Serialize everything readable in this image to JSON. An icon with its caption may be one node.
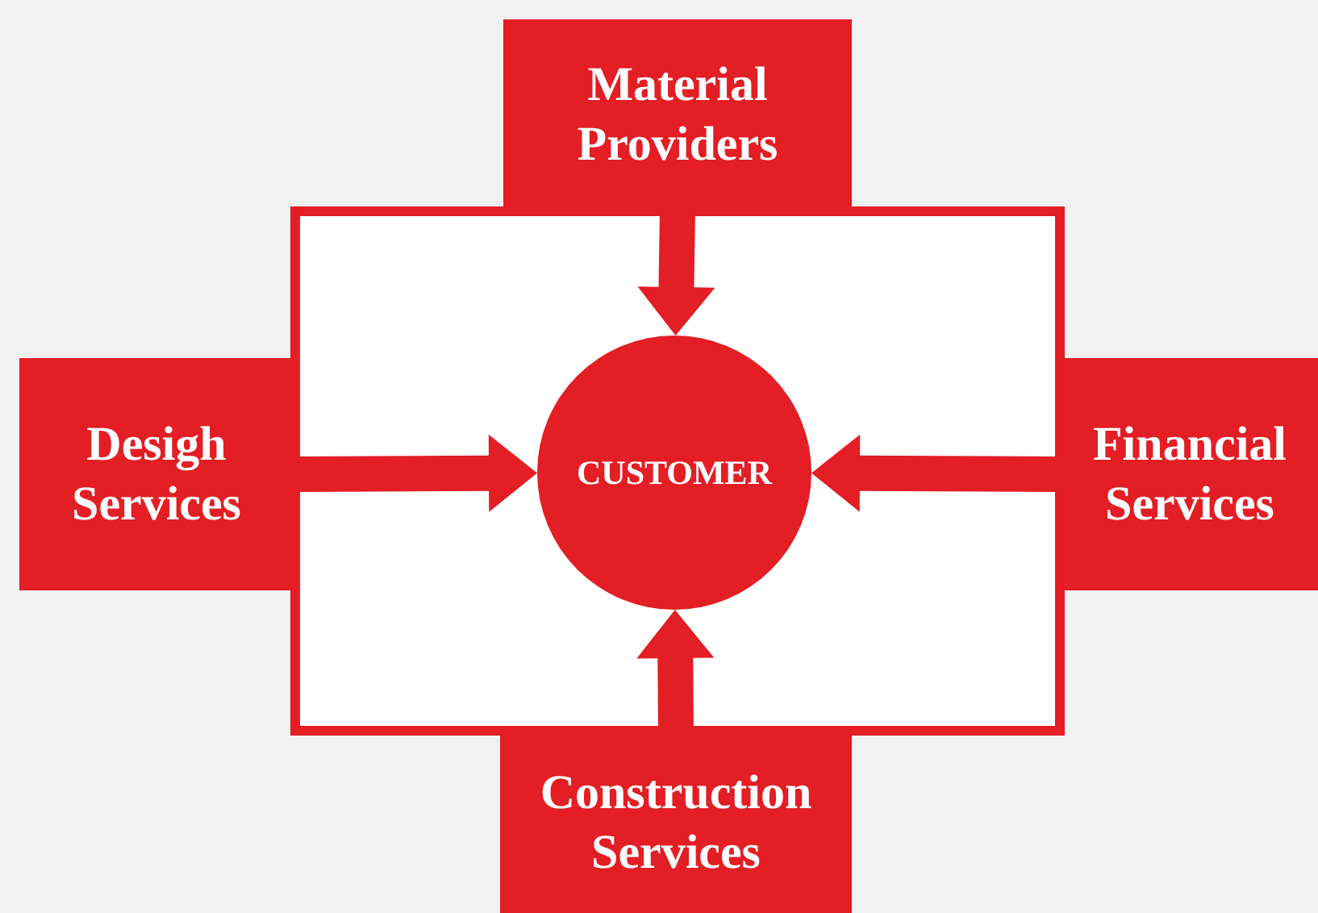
{
  "diagram": {
    "nodes": [
      {
        "text": [
          "Material Providers"
        ]
      },
      {
        "text": [
          "Desigh Services"
        ]
      },
      {
        "text": [
          "Financial Services"
        ]
      },
      {
        "text": [
          "Construction Services"
        ]
      },
      {
        "text": [],
        "shape": "box"
      },
      {
        "text": [
          "CUSTOMER"
        ],
        "in": 4
      }
    ],
    "edges": [
      {
        "from": 0,
        "to": 5,
        "arrow": "to"
      },
      {
        "from": 1,
        "to": 5,
        "arrow": "to"
      },
      {
        "from": 2,
        "to": 5,
        "arrow": "to"
      },
      {
        "from": 3,
        "to": 5,
        "arrow": "to"
      }
    ]
  }
}
